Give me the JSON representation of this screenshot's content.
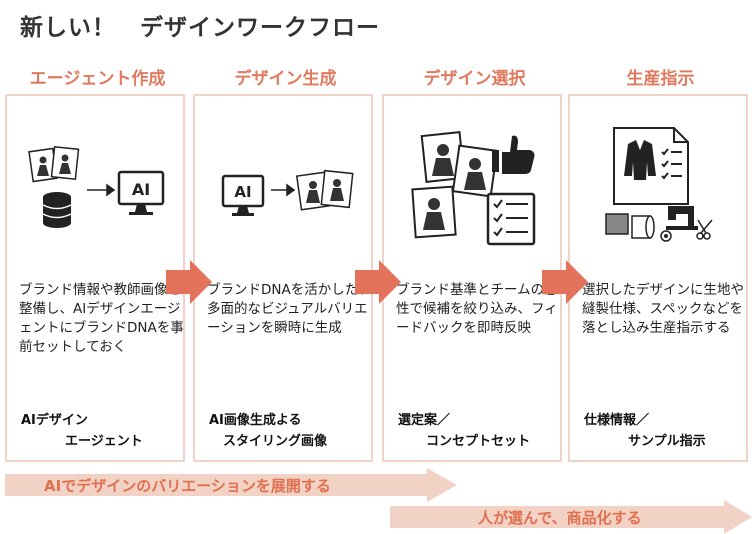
{
  "title": "新しい！　デザインワークフロー",
  "phases": [
    {
      "title": "エージェント作成",
      "desc": "ブランド情報や教師画像を整備し、AIデザインエージェントにブランドDNAを事前セットしておく",
      "output_line1": "AIデザイン",
      "output_line2": "エージェント",
      "icon_text": "AI"
    },
    {
      "title": "デザイン生成",
      "desc": "ブランドDNAを活かした、多面的なビジュアルバリエーションを瞬時に生成",
      "output_line1": "AI画像生成よる",
      "output_line2": "スタイリング画像",
      "icon_text": "AI"
    },
    {
      "title": "デザイン選択",
      "desc": "ブランド基準とチームの感性で候補を絞り込み、フィードバックを即時反映",
      "output_line1": "選定案／",
      "output_line2": "コンセプトセット"
    },
    {
      "title": "生産指示",
      "desc": "選択したデザインに生地や縫製仕様、スペックなどを落とし込み生産指示する",
      "output_line1": "仕様情報／",
      "output_line2": "サンプル指示"
    }
  ],
  "bands": {
    "ai_prefix": "AI",
    "ai_rest": "でデザインのバリエーションを展開する",
    "human": "人が選んで、商品化する"
  },
  "colors": {
    "accent": "#e07a5f",
    "arrow": "#e2735a",
    "card_border": "#f0d4cb",
    "band_fill": "#f3d2c6"
  }
}
